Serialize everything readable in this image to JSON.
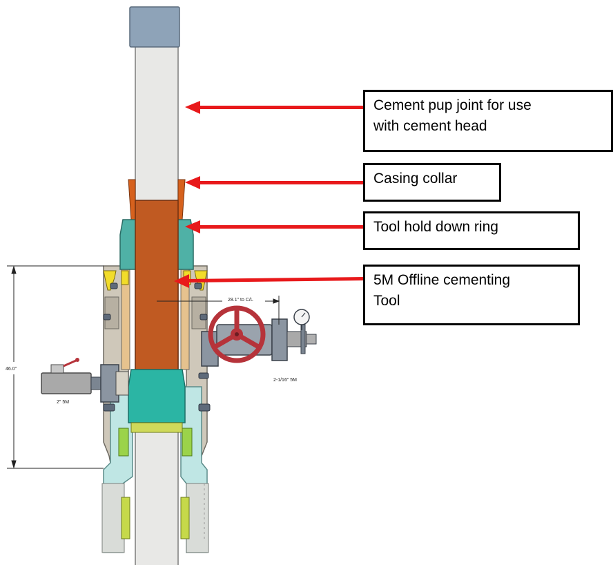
{
  "callouts": [
    {
      "text": "Cement pup joint for use\nwith cement head"
    },
    {
      "text": "Casing collar"
    },
    {
      "text": "Tool hold down ring"
    },
    {
      "text": "5M Offline cementing\nTool"
    }
  ],
  "dimensions": {
    "overall_height": "46.0\"",
    "centerline_offset": "28.1\" to C/L",
    "valve_right_size": "2-1/16\" 5M",
    "valve_left_size": "2\" 5M"
  },
  "colors": {
    "arrow": "#e8191b",
    "pipe": "#e8e8e6",
    "pup_cap": "#8ea3b8",
    "collar": "#d6611d",
    "tool": "#c05a22",
    "hold_down_ring": "#4fb1a6",
    "teal_body": "#2bb5a4",
    "housing": "#c8c2b4",
    "handwheel": "#b6333a",
    "bolts": "#5e6a7a"
  }
}
